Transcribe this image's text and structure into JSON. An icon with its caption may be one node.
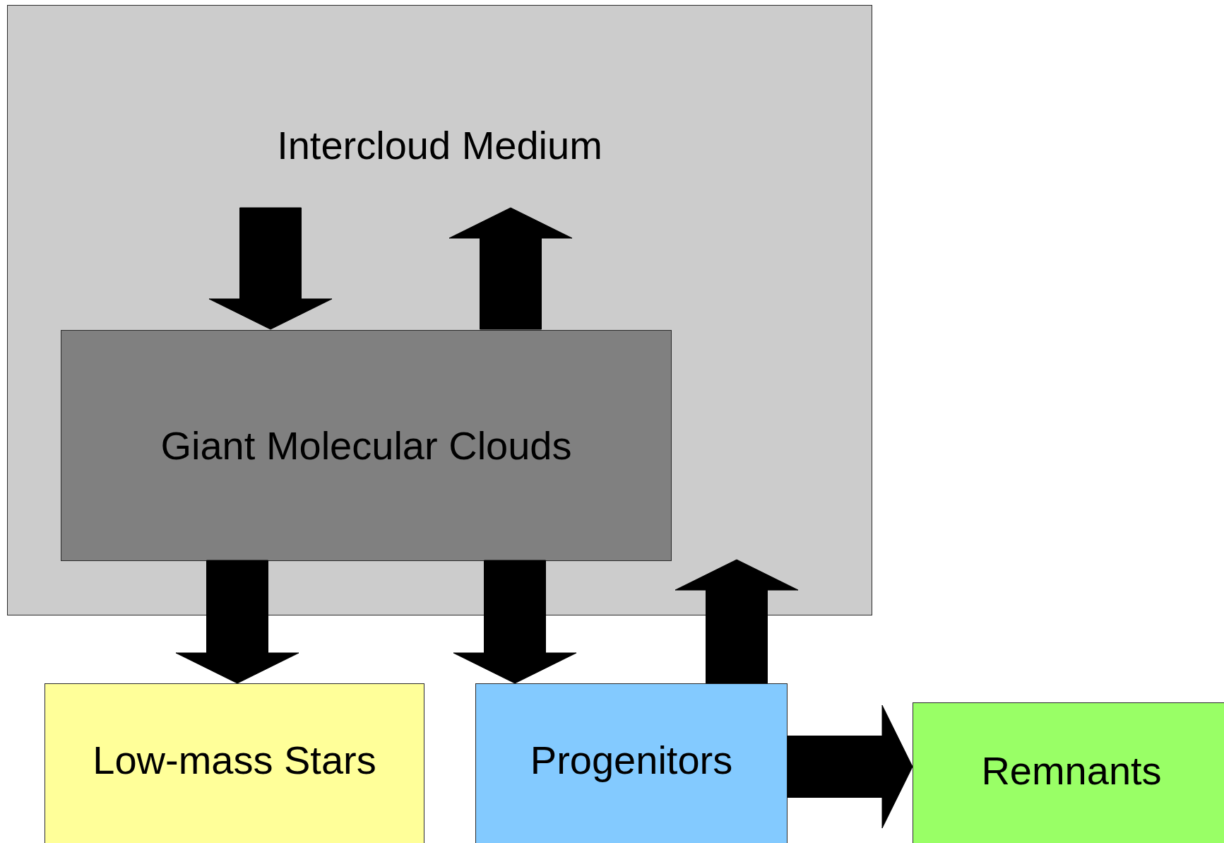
{
  "diagram": {
    "nodes": [
      {
        "text": [
          "Intercloud Medium"
        ]
      },
      {
        "text": [
          "Giant Molecular Clouds"
        ],
        "in": 0
      },
      {
        "text": [
          "Low-mass Stars"
        ]
      },
      {
        "text": [
          "Progenitors"
        ]
      },
      {
        "text": [
          "Remnants"
        ]
      }
    ],
    "edges": [
      {
        "from": 0,
        "to": 1,
        "arrow": "to"
      },
      {
        "from": 1,
        "to": 0,
        "arrow": "to"
      },
      {
        "from": 1,
        "to": 2,
        "arrow": "to"
      },
      {
        "from": 1,
        "to": 3,
        "arrow": "to"
      },
      {
        "from": 3,
        "to": 0,
        "arrow": "to"
      },
      {
        "from": 3,
        "to": 4,
        "arrow": "to"
      }
    ]
  }
}
